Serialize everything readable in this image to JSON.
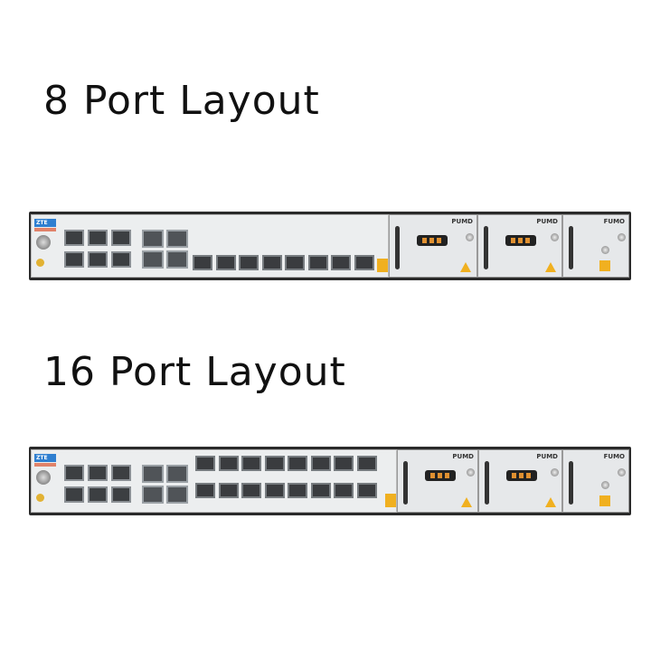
{
  "sections": [
    {
      "title": "8 Port Layout",
      "brand": "ZTE",
      "port_rows": 1,
      "ports_per_row": 8,
      "slots": [
        "PUMD",
        "PUMD",
        "FUMO"
      ]
    },
    {
      "title": "16 Port Layout",
      "brand": "ZTE",
      "port_rows": 2,
      "ports_per_row": 8,
      "slots": [
        "PUMD",
        "PUMD",
        "FUMO"
      ]
    }
  ],
  "colors": {
    "chassis": "#2a2a2a",
    "panel": "#eceeef",
    "logo": "#2f7fd0",
    "warning": "#f0b020"
  }
}
